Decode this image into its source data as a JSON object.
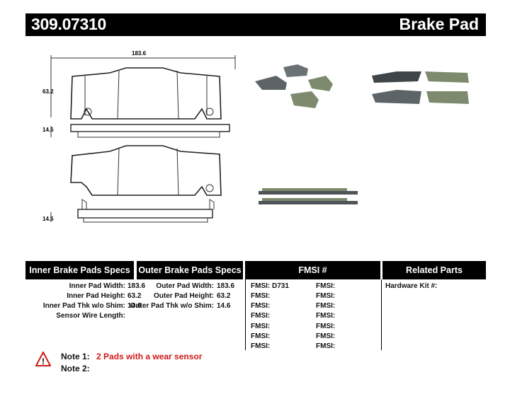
{
  "header": {
    "part_number": "309.07310",
    "product_type": "Brake Pad"
  },
  "drawing": {
    "width_dim": "183.6",
    "height_dim": "63.2",
    "thk_dim_top": "14.6",
    "thk_dim_bottom": "14.6"
  },
  "tables": {
    "inner_title": "Inner Brake Pads Specs",
    "outer_title": "Outer Brake Pads Specs",
    "fmsi_title": "FMSI #",
    "related_title": "Related Parts",
    "inner_specs": [
      {
        "label": "Inner Pad Width:",
        "value": "183.6"
      },
      {
        "label": "Inner Pad Height:",
        "value": "63.2"
      },
      {
        "label": "Inner Pad Thk w/o Shim:",
        "value": "14.6"
      },
      {
        "label": "Sensor Wire Length:",
        "value": ""
      }
    ],
    "outer_specs": [
      {
        "label": "Outer Pad Width:",
        "value": "183.6"
      },
      {
        "label": "Outer Pad Height:",
        "value": "63.2"
      },
      {
        "label": "Outer Pad Thk w/o Shim:",
        "value": "14.6"
      }
    ],
    "fmsi_col1": [
      "FMSI:  D731",
      "FMSI:",
      "FMSI:",
      "FMSI:",
      "FMSI:",
      "FMSI:",
      "FMSI:"
    ],
    "fmsi_col2": [
      "FMSI:",
      "FMSI:",
      "FMSI:",
      "FMSI:",
      "FMSI:",
      "FMSI:",
      "FMSI:"
    ],
    "related": [
      "Hardware Kit #:"
    ]
  },
  "notes": {
    "note1_label": "Note 1:",
    "note1_text": "2 Pads with a wear sensor",
    "note2_label": "Note 2:"
  },
  "colors": {
    "header_bg": "#000000",
    "note_red": "#d01818",
    "pad_gray": "#5c6468",
    "friction_green": "#7d8a6e"
  }
}
